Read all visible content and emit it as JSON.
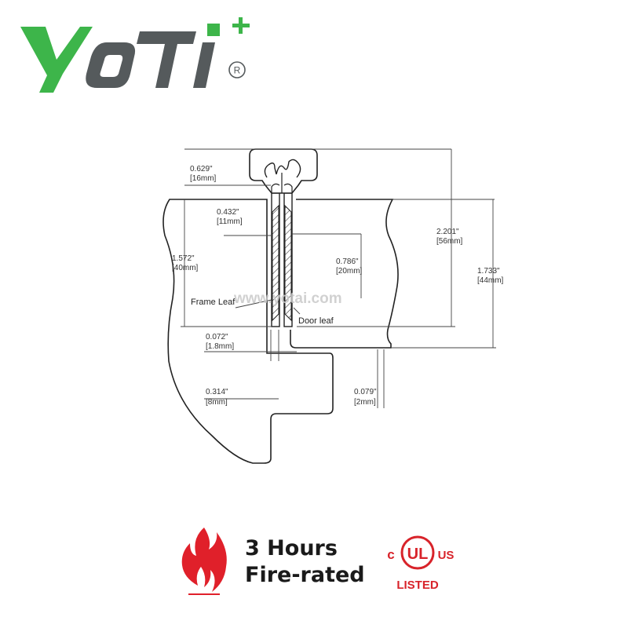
{
  "brand": {
    "name": "YOTI",
    "registered_mark": "®",
    "color": "#3db54a",
    "dark_color": "#555a5c"
  },
  "diagram": {
    "dimensions": [
      {
        "id": "leaf-thickness",
        "inch": "0.629\"",
        "mm": "[16mm]"
      },
      {
        "id": "frame-offset",
        "inch": "0.432\"",
        "mm": "[11mm]"
      },
      {
        "id": "frame-height",
        "inch": "1.572\"",
        "mm": "[40mm]"
      },
      {
        "id": "inner-depth",
        "inch": "0.786\"",
        "mm": "[20mm]"
      },
      {
        "id": "total-height",
        "inch": "2.201\"",
        "mm": "[56mm]"
      },
      {
        "id": "door-height",
        "inch": "1.733\"",
        "mm": "[44mm]"
      },
      {
        "id": "gap",
        "inch": "0.072\"",
        "mm": "[1.8mm]"
      },
      {
        "id": "clearance",
        "inch": "0.314\"",
        "mm": "[8mm]"
      },
      {
        "id": "edge-gap",
        "inch": "0.079\"",
        "mm": "[2mm]"
      }
    ],
    "labels": {
      "frame_leaf": "Frame Leaf",
      "door_leaf": "Door leaf"
    },
    "watermark": "www.yotai.com"
  },
  "badge": {
    "line1": "3 Hours",
    "line2": "Fire-rated",
    "ul_c": "c",
    "ul_mark": "UL",
    "ul_us": "US",
    "ul_listed": "LISTED",
    "fire_color": "#e0202a",
    "ul_color": "#d8232a"
  }
}
